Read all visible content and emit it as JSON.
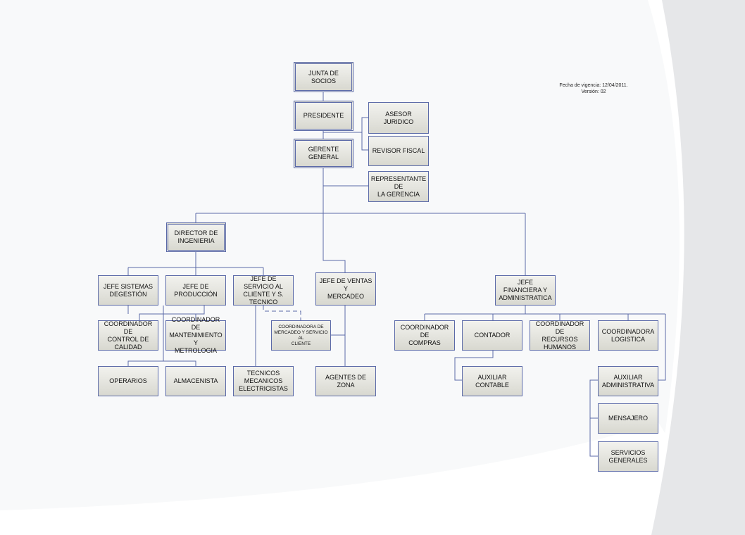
{
  "header": {
    "fecha": "Fecha de vigencia: 12/04/2011.",
    "version": "Versión: 02"
  },
  "nodes": {
    "junta": "JUNTA DE SOCIOS",
    "presidente": "PRESIDENTE",
    "asesor": "ASESOR JURIDICO",
    "gerente": "GERENTE GENERAL",
    "revisor": "REVISOR FISCAL",
    "representante": "REPRESENTANTE DE\nLA GERENCIA",
    "director": "DIRECTOR DE\nINGENIERIA",
    "jefe_sistemas": "JEFE SISTEMAS\nDEGESTIÓN",
    "jefe_produccion": "JEFE DE\nPRODUCCIÓN",
    "jefe_servicio": "JEFE DE SERVICIO AL\nCLIENTE Y S.\nTECNICO",
    "jefe_ventas": "JEFE DE VENTAS Y\nMERCADEO",
    "jefe_financiera": "JEFE FINANCIERA Y\nADMINISTRATICA",
    "coord_calidad": "COORDINADOR DE\nCONTROL DE\nCALIDAD",
    "coord_mantenimiento": "COORDINADOR DE\nMANTENIMIENTO Y\nMETROLOGIA",
    "coord_mercadeo": "COORDINADORA DE\nMERCADEO Y SERVICIO AL\nCLIENTE",
    "operarios": "OPERARIOS",
    "almacenista": "ALMACENISTA",
    "tecnicos": "TECNICOS\nMECANICOS\nELECTRICISTAS",
    "agentes": "AGENTES DE ZONA",
    "coord_compras": "COORDINADOR DE\nCOMPRAS",
    "contador": "CONTADOR",
    "coord_rrhh": "COORDINADOR DE\nRECURSOS\nHUMANOS",
    "coord_logistica": "COORDINADORA\nLOGISTICA",
    "auxiliar_contable": "AUXILIAR CONTABLE",
    "auxiliar_admin": "AUXILIAR\nADMINISTRATIVA",
    "mensajero": "MENSAJERO",
    "servicios": "SERVICIOS\nGENERALES"
  }
}
